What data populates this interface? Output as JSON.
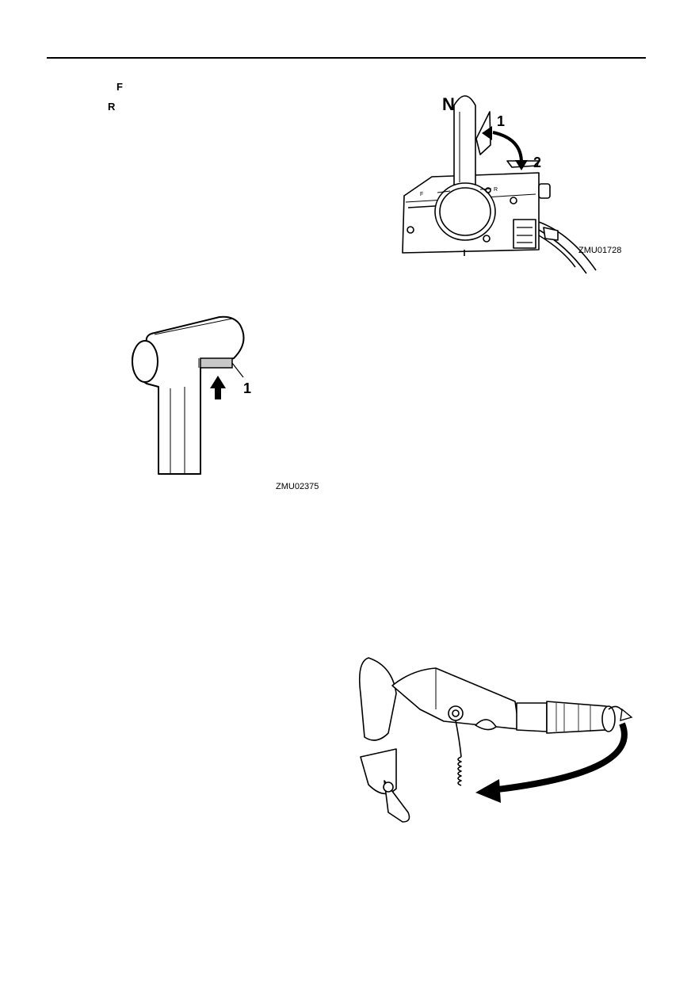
{
  "gear_labels": {
    "forward": "F",
    "reverse": "R"
  },
  "figure_remote_control": {
    "neutral_label": "N",
    "callout_1": "1",
    "callout_2": "2",
    "box_forward_label": "F",
    "box_reverse_label": "R",
    "image_code": "ZMU01728"
  },
  "figure_lever_grip": {
    "callout_1": "1",
    "image_code": "ZMU02375"
  },
  "figure_tiller_handle": {}
}
